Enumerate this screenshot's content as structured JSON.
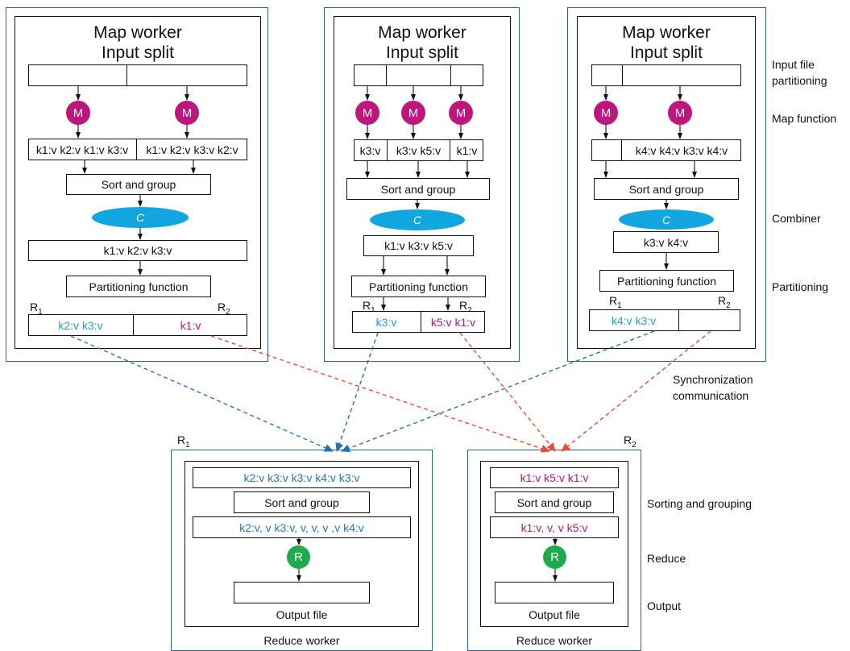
{
  "map_workers": [
    {
      "title": "Map worker",
      "subtitle": "Input split",
      "map_function_label": "M",
      "map_outputs": [
        "k1:v k2:v k1:v k3:v",
        "k1:v k2:v k3:v k2:v"
      ],
      "sort_label": "Sort and group",
      "combiner_label": "C",
      "combined": "k1:v k2:v k3:v",
      "partition_label": "Partitioning function",
      "r1_label": "R",
      "r2_label": "R",
      "r1_content": "k2:v k3:v",
      "r2_content": "k1:v"
    },
    {
      "title": "Map worker",
      "subtitle": "Input split",
      "map_function_label": "M",
      "map_outputs": [
        "k3:v",
        "k3:v k5:v",
        "k1:v"
      ],
      "sort_label": "Sort and group",
      "combiner_label": "C",
      "combined": "k1:v k3:v k5:v",
      "partition_label": "Partitioning function",
      "r1_label": "R",
      "r2_label": "R",
      "r1_content": "k3:v",
      "r2_content": "k5:v k1:v"
    },
    {
      "title": "Map worker",
      "subtitle": "Input split",
      "map_function_label": "M",
      "map_outputs": [
        "",
        "k4:v k4:v k3:v k4:v"
      ],
      "sort_label": "Sort and group",
      "combiner_label": "C",
      "combined": "k3:v k4:v",
      "partition_label": "Partitioning function",
      "r1_label": "R",
      "r2_label": "R",
      "r1_content": "k4:v k3:v",
      "r2_content": ""
    }
  ],
  "reduce_workers": [
    {
      "label": "R",
      "input": "k2:v k3:v k3:v k4:v k3:v",
      "sort_label": "Sort and group",
      "grouped": "k2:v, v  k3:v, v, v, v ,v  k4:v",
      "reduce_label": "R",
      "output_label": "Output file",
      "worker_label": "Reduce worker"
    },
    {
      "label": "R",
      "input": "k1:v k5:v k1:v",
      "sort_label": "Sort and group",
      "grouped": "k1:v, v, v k5:v",
      "reduce_label": "R",
      "output_label": "Output file",
      "worker_label": "Reduce worker"
    }
  ],
  "stages": {
    "input_partitioning": [
      "Input file",
      "partitioning"
    ],
    "map_function": "Map function",
    "combiner": "Combiner",
    "partitioning": "Partitioning",
    "sync": [
      "Synchronization",
      "communication"
    ],
    "sorting": "Sorting and grouping",
    "reduce": "Reduce",
    "output": "Output"
  },
  "subscripts": {
    "one": "1",
    "two": "2"
  },
  "colors": {
    "frame_blue": "#2a5fa3",
    "map_circle": "#c0157a",
    "reduce_circle": "#1eab4a",
    "combiner": "#12a6e0",
    "r1_text": "#1aa3d8",
    "r2_text": "#c0157a",
    "arrow_blue": "#1f6fbf",
    "arrow_red": "#ec4a33"
  }
}
